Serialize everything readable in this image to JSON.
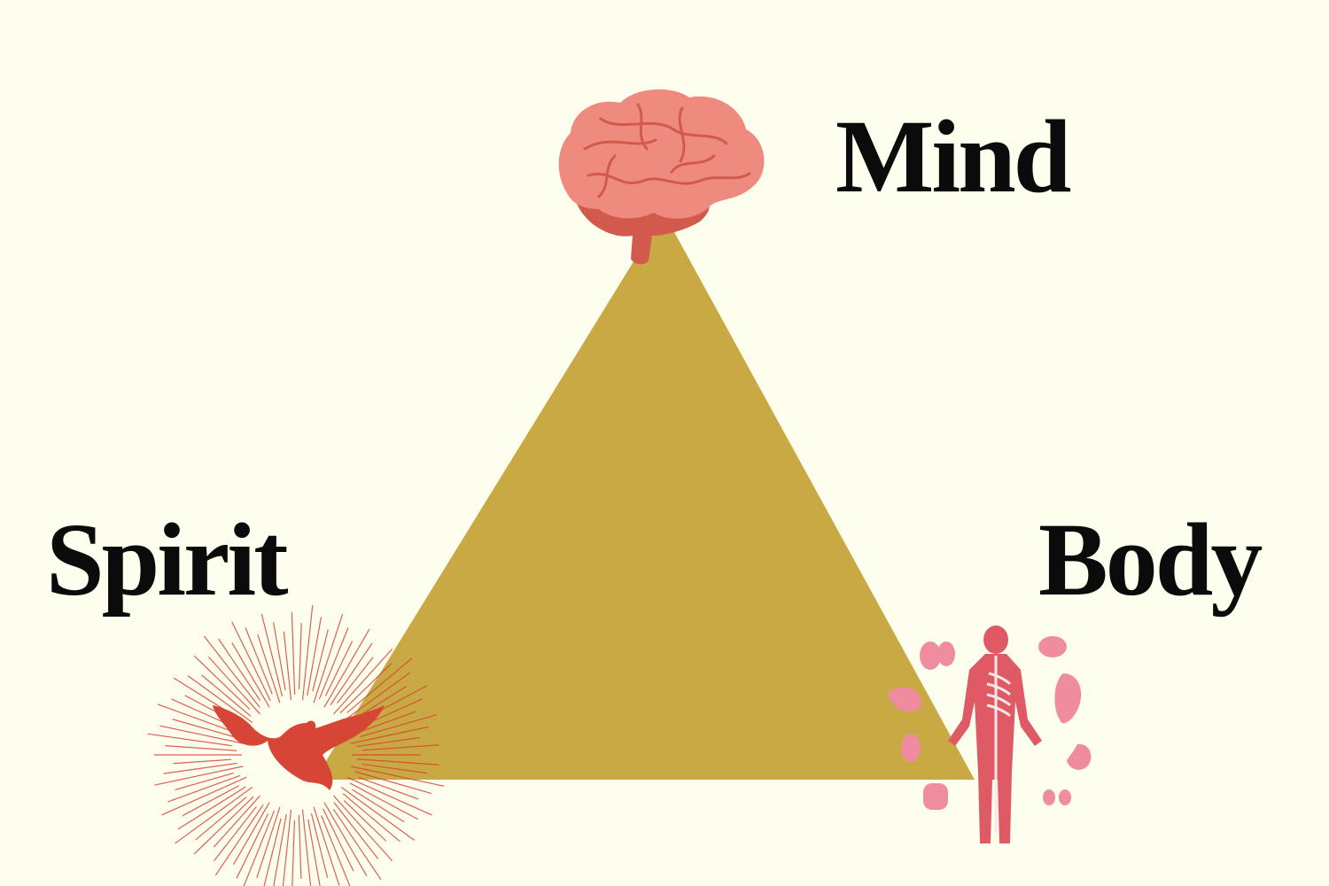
{
  "diagram": {
    "labels": {
      "mind": "Mind",
      "spirit": "Spirit",
      "body": "Body"
    },
    "nodes": [
      {
        "id": "mind",
        "icon": "brain-icon"
      },
      {
        "id": "spirit",
        "icon": "dove-icon"
      },
      {
        "id": "body",
        "icon": "human-anatomy-icon"
      }
    ],
    "shape": "triangle"
  },
  "colors": {
    "background": "#fefeee",
    "triangle": "#c9a943",
    "text": "#0b0b0b",
    "brain": "#ef8a7e",
    "brain_dark": "#d25a4c",
    "dove": "#d64535",
    "anatomy_muscle": "#e05a66",
    "anatomy_organ": "#f08ca0"
  }
}
